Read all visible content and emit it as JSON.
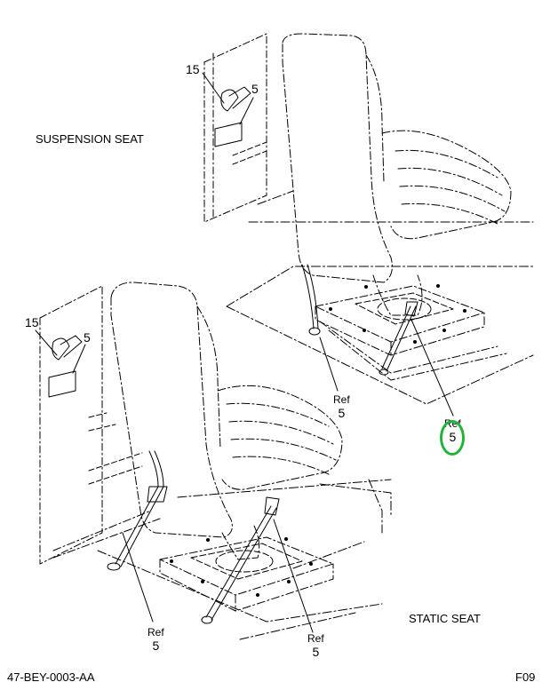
{
  "labels": {
    "suspension_seat": "SUSPENSION SEAT",
    "static_seat": "STATIC SEAT",
    "drawing_number": "47-BEY-0003-AA",
    "sheet": "F09"
  },
  "callouts": {
    "upper_15": "15",
    "upper_5": "5",
    "upper_ref_left": {
      "ref": "Ref",
      "num": "5"
    },
    "upper_ref_right": {
      "ref": "Ref",
      "num": "5"
    },
    "lower_15": "15",
    "lower_5": "5",
    "lower_ref_left": {
      "ref": "Ref",
      "num": "5"
    },
    "lower_ref_right": {
      "ref": "Ref",
      "num": "5"
    }
  },
  "highlight_color": "#22b33a"
}
